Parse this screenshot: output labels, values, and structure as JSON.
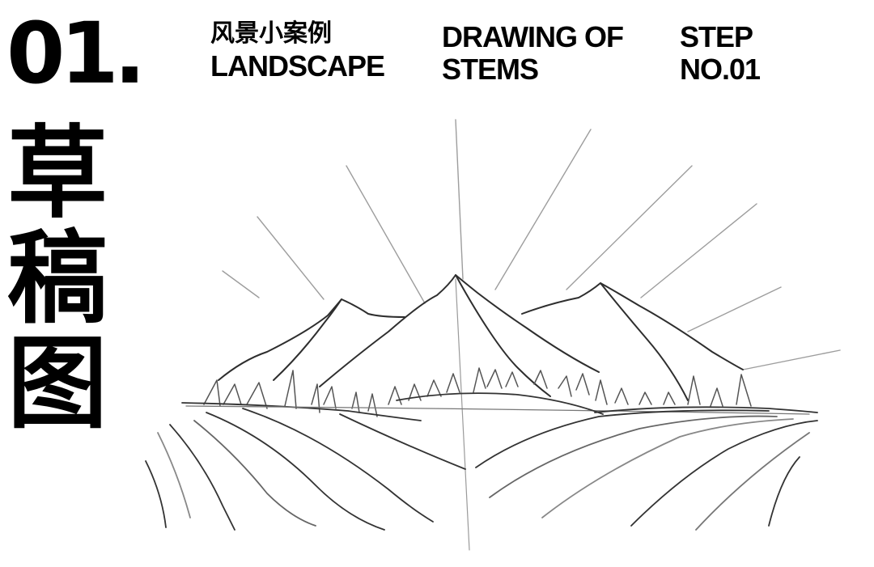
{
  "header": {
    "number": "01.",
    "category_cn": "风景小案例",
    "category_en": "LANDSCAPE",
    "topic_line1": "DRAWING OF",
    "topic_line2": "STEMS",
    "step_line1": "STEP",
    "step_line2": "NO.01"
  },
  "side_title": {
    "chars": [
      "草",
      "稿",
      "图"
    ]
  },
  "illustration": {
    "subject": "pencil sketch of mountains with sun rays, tree line and rolling fields",
    "stroke_color": "#3a3a3a",
    "light_stroke_color": "#9a9a9a"
  }
}
